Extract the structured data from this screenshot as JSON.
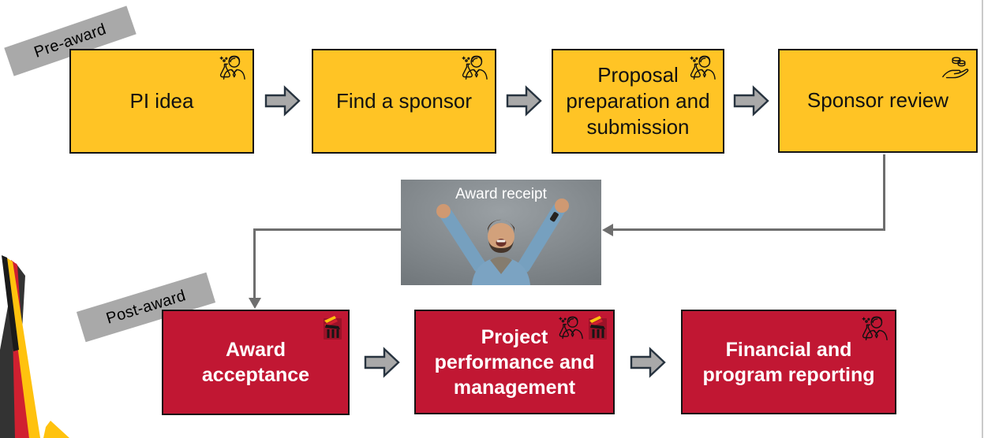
{
  "slide": {
    "stage_labels": {
      "pre_award": "Pre-award",
      "post_award": "Post-award"
    },
    "flow": {
      "pre_award_steps": [
        {
          "label": "PI idea",
          "icons": [
            "scientist-icon"
          ]
        },
        {
          "label": "Find a sponsor",
          "icons": [
            "scientist-icon"
          ]
        },
        {
          "label": "Proposal preparation and submission",
          "icons": [
            "scientist-icon"
          ]
        },
        {
          "label": "Sponsor review",
          "icons": [
            "hand-coins-icon"
          ]
        }
      ],
      "award_receipt": {
        "caption": "Award receipt",
        "image": "celebrating-man-photo"
      },
      "post_award_steps": [
        {
          "label": "Award acceptance",
          "icons": [
            "column-icon"
          ]
        },
        {
          "label": "Project performance and management",
          "icons": [
            "scientist-icon",
            "column-icon"
          ]
        },
        {
          "label": "Financial and program reporting",
          "icons": [
            "scientist-icon"
          ]
        }
      ]
    }
  },
  "colors": {
    "pre_award_box": "#FFC425",
    "post_award_box": "#C11733",
    "box_border": "#141414",
    "stage_label_bg": "#A9A9A9",
    "arrow_fill": "#A9A9A9",
    "arrow_border": "#27333F",
    "connector": "#6E6E6E",
    "decor_charcoal": "#333333",
    "decor_red": "#D02030",
    "decor_gold": "#FFC20E",
    "slide_edge": "#C9C9C9"
  }
}
